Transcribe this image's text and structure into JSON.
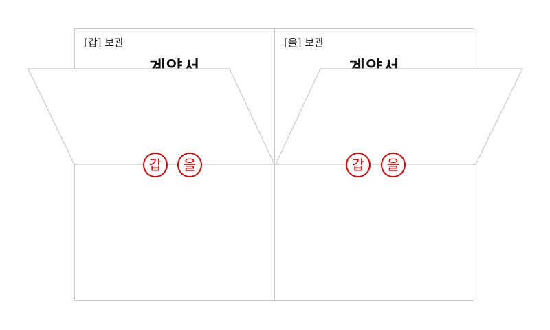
{
  "documents": [
    {
      "keep_label": "[갑] 보관",
      "title": "계약서"
    },
    {
      "keep_label": "[을] 보관",
      "title": "계약서"
    }
  ],
  "seals": [
    "갑",
    "을"
  ],
  "colors": {
    "seal": "#e60000",
    "outline": "#c8c8c8",
    "text": "#111111"
  }
}
